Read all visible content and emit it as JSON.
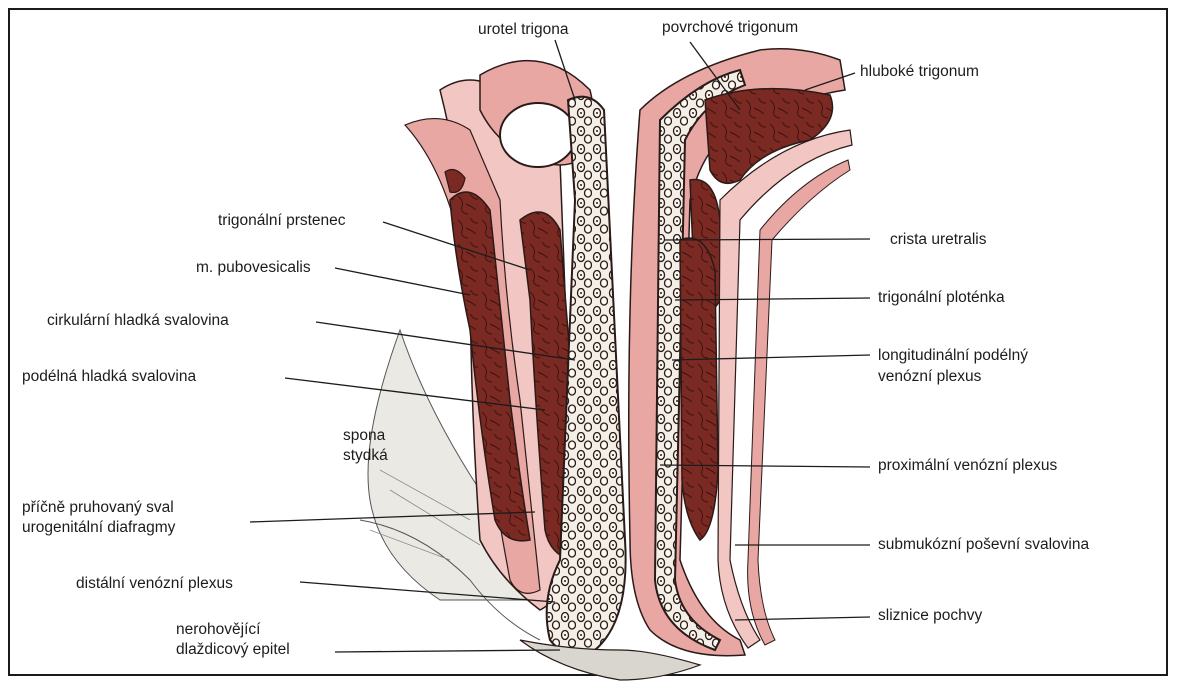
{
  "labels": {
    "urotel_trigona": "urotel trigona",
    "povrchove_trigonum": "povrchové trigonum",
    "hluboke_trigonum": "hluboké trigonum",
    "trigonalni_prstenec": "trigonální prstenec",
    "m_pubovesicalis": "m. pubovesicalis",
    "cirkularni_hladka": "cirkulární hladká svalovina",
    "podelna_hladka": "podélná hladká svalovina",
    "spona_line1": "spona",
    "spona_line2": "stydká",
    "pricne_line1": "příčně pruhovaný sval",
    "pricne_line2": "urogenitální diafragmy",
    "distalni_plexus": "distální venózní plexus",
    "nerohovejici_line1": "nerohovějící",
    "nerohovejici_line2": "dlaždicový epitel",
    "crista_uretralis": "crista uretralis",
    "trigonalni_plotenka": "trigonální ploténka",
    "longitudinalni_line1": "longitudinální podélný",
    "longitudinalni_line2": "venózní plexus",
    "proximalni_plexus": "proximální venózní plexus",
    "submukozni": "submukózní poševní svalovina",
    "sliznice": "sliznice pochvy"
  },
  "colors": {
    "muscle_dark": "#7a2a22",
    "muscle_pink": "#e9a7a3",
    "muscle_light": "#f2c6c2",
    "plexus_bg": "#f4efe6",
    "outline": "#2a1a18",
    "shadow": "#d9d6cf"
  }
}
